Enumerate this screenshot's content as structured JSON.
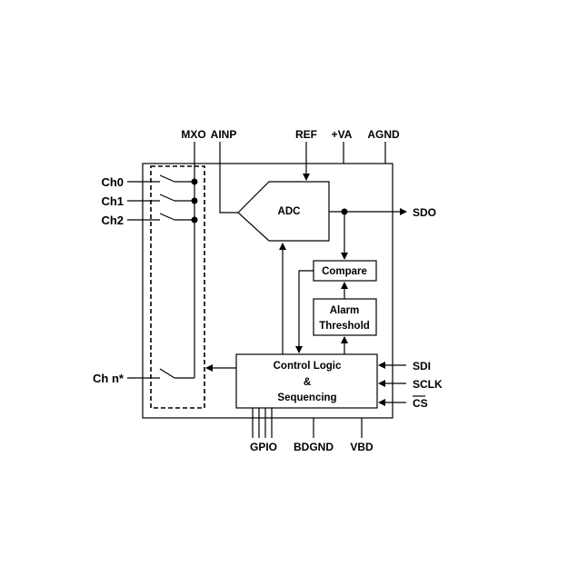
{
  "pins_top": {
    "mxo": "MXO",
    "ainp": "AINP",
    "ref": "REF",
    "va": "+VA",
    "agnd": "AGND"
  },
  "pins_left": {
    "ch0": "Ch0",
    "ch1": "Ch1",
    "ch2": "Ch2",
    "chn": "Ch n*"
  },
  "pins_right": {
    "sdo": "SDO",
    "sdi": "SDI",
    "sclk": "SCLK",
    "cs": "CS"
  },
  "pins_bottom": {
    "gpio": "GPIO",
    "bdgnd": "BDGND",
    "vbd": "VBD"
  },
  "blocks": {
    "adc": "ADC",
    "compare": "Compare",
    "alarm_line1": "Alarm",
    "alarm_line2": "Threshold",
    "control_line1": "Control Logic",
    "control_line2": "&",
    "control_line3": "Sequencing"
  }
}
